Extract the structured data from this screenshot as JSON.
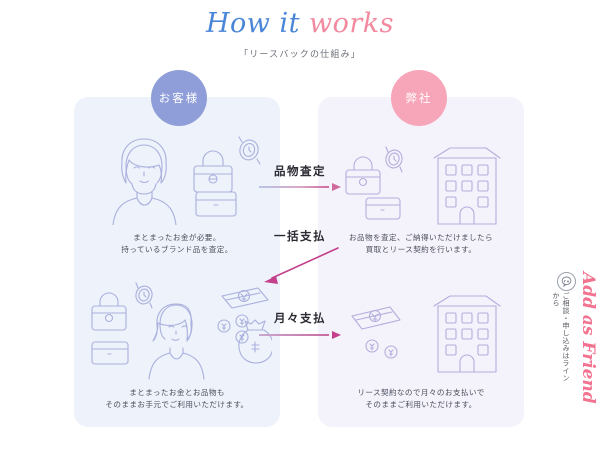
{
  "header": {
    "title_part1": "How it",
    "title_part2": "works",
    "subtitle": "「リースバックの仕組み」"
  },
  "badges": {
    "customer": "お客様",
    "company": "弊社"
  },
  "steps": [
    {
      "label": "品物査定",
      "arrow": "right-arrow-icon"
    },
    {
      "label": "一括支払",
      "arrow": "diagonal-down-left-arrow-icon"
    },
    {
      "label": "月々支払",
      "arrow": "right-arrow-icon"
    }
  ],
  "panels": {
    "left": {
      "top_caption_line1": "まとまったお金が必要。",
      "top_caption_line2": "持っているブランド品を査定。",
      "bottom_caption_line1": "まとまったお金とお品物も",
      "bottom_caption_line2": "そのままお手元でご利用いただけます。"
    },
    "right": {
      "top_caption_line1": "お品物を査定、ご納得いただけましたら",
      "top_caption_line2": "買取とリース契約を行います。",
      "bottom_caption_line1": "リース契約なので月々のお支払いで",
      "bottom_caption_line2": "そのままご利用いただけます。"
    }
  },
  "line_widget": {
    "icon": "line-chat-bubble-icon",
    "vertical_text": "ご相談・申し込みはラインから",
    "brand_text": "Add as Friend"
  },
  "colors": {
    "title_blue": "#4a86d8",
    "title_pink": "#f2899f",
    "badge_customer": "#8f9ed8",
    "badge_company": "#f7a5b8",
    "panel_left_bg": "#eef2fa",
    "panel_right_bg": "#f4f2fb",
    "arrow_pink": "#c4408c",
    "line_brand_pink": "#f2728f",
    "illustration_stroke": "#a9b0de"
  }
}
